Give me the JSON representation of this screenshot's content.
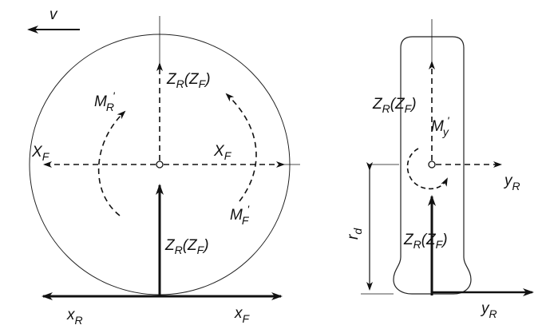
{
  "left_view": {
    "velocity": "v",
    "xf_left": "X",
    "xf_left_sub": "F",
    "xf_right": "X",
    "xf_right_sub": "F",
    "mr": "M",
    "mr_sub": "R",
    "mr_prime": "'",
    "mf": "M",
    "mf_sub": "F",
    "mf_prime": "'",
    "zr_top": "Z",
    "zr_top_sub": "R",
    "zf_top": "(Z",
    "zf_top_sub": "F",
    "zf_top_close": ")",
    "zr_bot": "Z",
    "zr_bot_sub": "R",
    "zf_bot": "(Z",
    "zf_bot_sub": "F",
    "zf_bot_close": ")",
    "xr_ground": "x",
    "xr_ground_sub": "R",
    "xf_ground": "x",
    "xf_ground_sub": "F"
  },
  "right_view": {
    "zr_top": "Z",
    "zr_top_sub": "R",
    "zf_top": "(Z",
    "zf_top_sub": "F",
    "zf_top_close": ")",
    "my": "M",
    "my_sub": "y",
    "my_prime": "'",
    "yr_mid": "y",
    "yr_mid_sub": "R",
    "rd": "r",
    "rd_sub": "d",
    "zr_bot": "Z",
    "zr_bot_sub": "R",
    "zf_bot": "(Z",
    "zf_bot_sub": "F",
    "zf_bot_close": ")",
    "yr_ground": "y",
    "yr_ground_sub": "R"
  }
}
